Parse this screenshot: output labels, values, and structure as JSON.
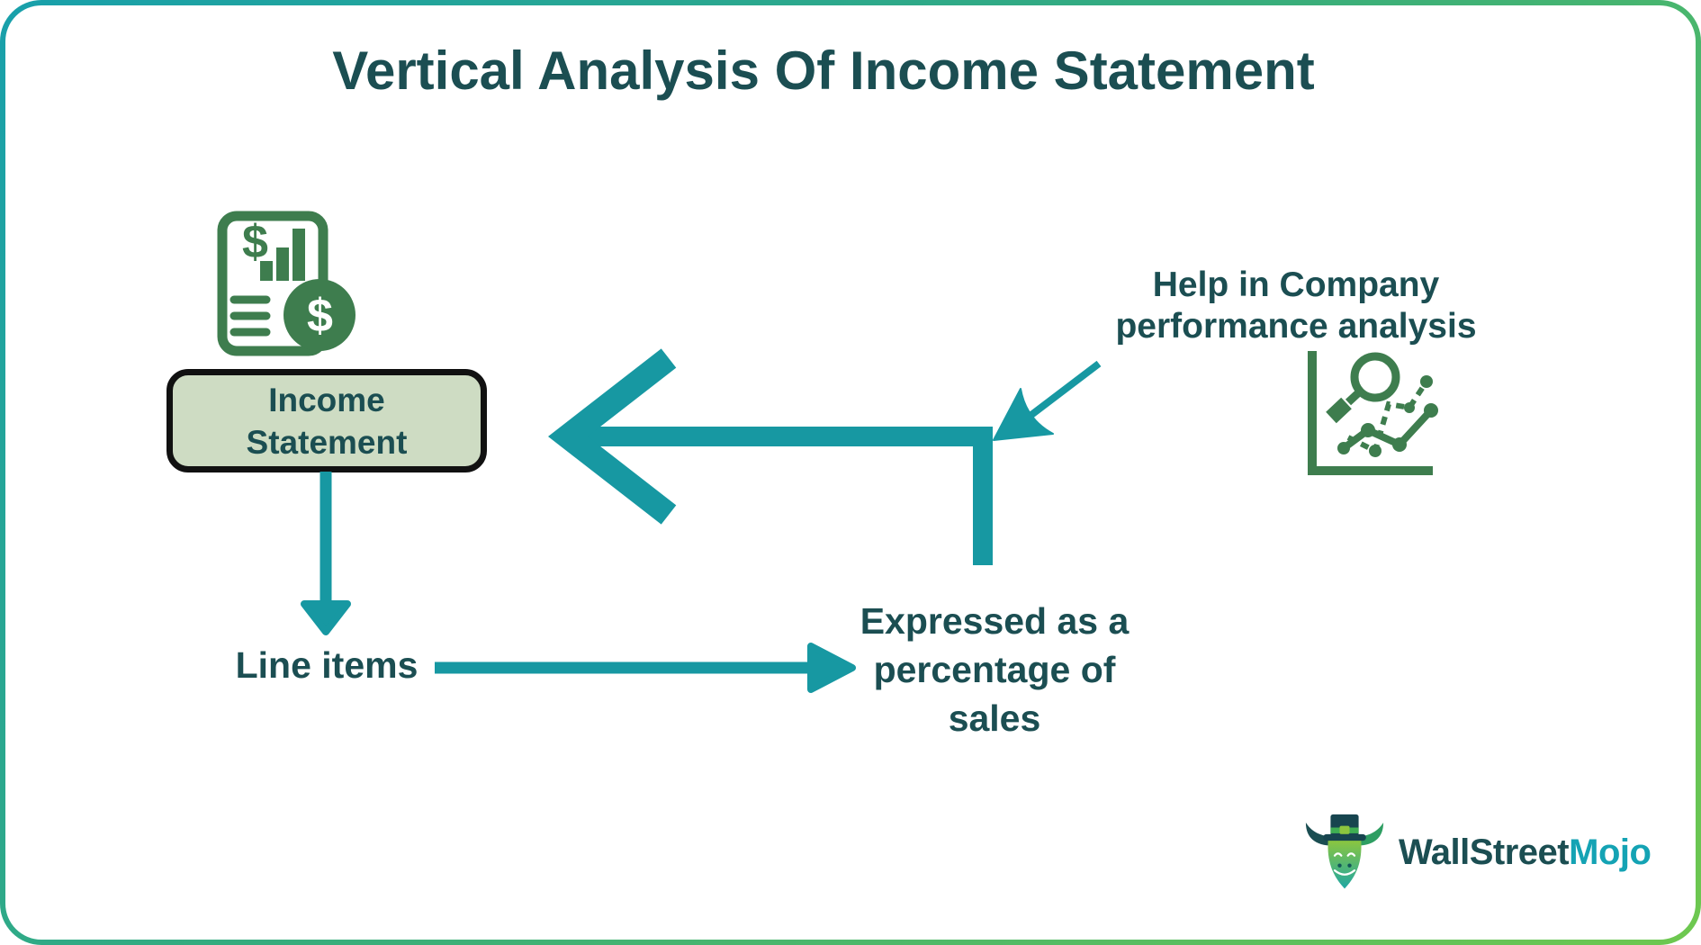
{
  "title": "Vertical Analysis Of Income Statement",
  "income_box": {
    "line1": "Income",
    "line2": "Statement"
  },
  "labels": {
    "line_items": "Line items",
    "expressed_line1": "Expressed as a",
    "expressed_line2": "percentage of",
    "expressed_line3": "sales",
    "help_line1": "Help in Company",
    "help_line2": "performance analysis"
  },
  "icons": {
    "income_statement_icon": "document-with-dollar-bar-chart-and-coin",
    "analysis_icon": "magnifier-over-line-chart",
    "logo_icon": "bull-with-top-hat",
    "dollar": "$"
  },
  "logo": {
    "brand_part1": "WallStreet",
    "brand_part2": "Mojo"
  },
  "colors": {
    "teal": "#1798A2",
    "ink": "#1B4E52",
    "green": "#3E7D4E",
    "sage": "#CEDCC3",
    "mojo": "#14A3B4",
    "frame-start": "#18A0AB",
    "frame-end": "#6EC84F",
    "box-border": "#111111"
  }
}
